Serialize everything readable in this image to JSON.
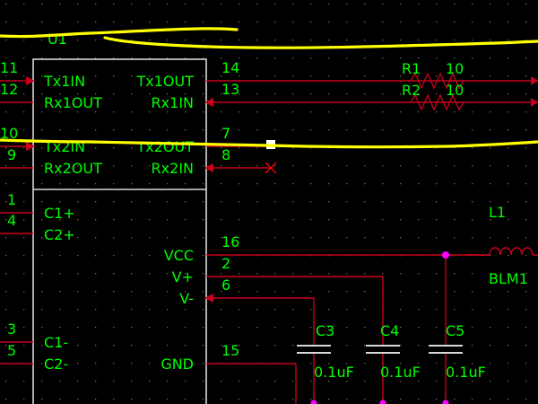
{
  "colors": {
    "background": "#000000",
    "grid_dot": "#6a6a6a",
    "component_outline": "#d8d8d8",
    "wire": "#c8001e",
    "label_text": "#00ff00",
    "junction": "#ff00ff",
    "highlight": "#ffff00",
    "no_connect": "#ff0000"
  },
  "u1": {
    "ref": "U1",
    "left_pins": [
      {
        "num": "11",
        "name": "Tx1IN"
      },
      {
        "num": "12",
        "name": "Rx1OUT"
      },
      {
        "num": "10",
        "name": "Tx2IN"
      },
      {
        "num": "9",
        "name": "Rx2OUT"
      },
      {
        "num": "1",
        "name": "C1+"
      },
      {
        "num": "4",
        "name": "C2+"
      },
      {
        "num": "3",
        "name": "C1-"
      },
      {
        "num": "5",
        "name": "C2-"
      }
    ],
    "right_pins": [
      {
        "num": "14",
        "name": "Tx1OUT"
      },
      {
        "num": "13",
        "name": "Rx1IN"
      },
      {
        "num": "7",
        "name": "Tx2OUT"
      },
      {
        "num": "8",
        "name": "Rx2IN"
      },
      {
        "num": "16",
        "name": "VCC"
      },
      {
        "num": "2",
        "name": "V+"
      },
      {
        "num": "6",
        "name": "V-"
      },
      {
        "num": "15",
        "name": "GND"
      }
    ]
  },
  "resistors": [
    {
      "ref": "R1",
      "value": "10"
    },
    {
      "ref": "R2",
      "value": "10"
    }
  ],
  "inductor": {
    "ref": "L1",
    "value": "BLM1"
  },
  "capacitors": [
    {
      "ref": "C3",
      "value": "0.1uF"
    },
    {
      "ref": "C4",
      "value": "0.1uF"
    },
    {
      "ref": "C5",
      "value": "0.1uF"
    }
  ]
}
